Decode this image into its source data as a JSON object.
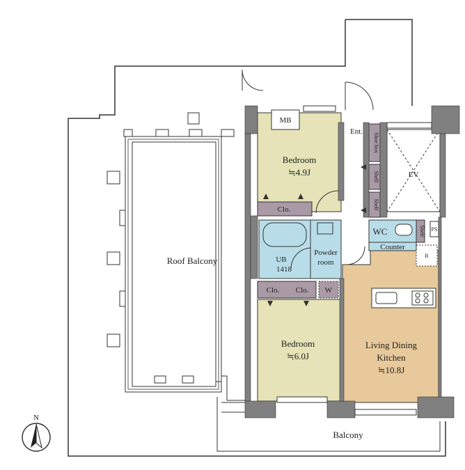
{
  "rooms": {
    "mb": "MB",
    "entrance": "Ent.",
    "bedroom1": {
      "name": "Bedroom",
      "size": "≒4.9J"
    },
    "bedroom2": {
      "name": "Bedroom",
      "size": "≒6.0J"
    },
    "closet_top": "Clo.",
    "closet_mid_left": "Clo.",
    "closet_mid_right": "Clo.",
    "ub": {
      "name": "UB",
      "code": "1418"
    },
    "powder": {
      "line1": "Powder",
      "line2": "room"
    },
    "w": "W",
    "shoe_box": "Shoe box",
    "shelf1": "Shelf",
    "shelf2": "Shelf",
    "shelf3": "Shelf",
    "ev": "EV",
    "wc": "WC",
    "ps": "PS",
    "counter": "Counter",
    "r": "R",
    "ldk": {
      "line1": "Living Dining",
      "line2": "Kitchen",
      "size": "≒10.8J"
    },
    "roof_balcony": "Roof Balcony",
    "balcony": "Balcony"
  },
  "compass": {
    "label": "N"
  },
  "colors": {
    "bedroom": "#e5e3b7",
    "wet": "#b8dde8",
    "closet": "#a99aa6",
    "ldk": "#e7c99b",
    "wall": "#808080",
    "line": "#333333"
  }
}
